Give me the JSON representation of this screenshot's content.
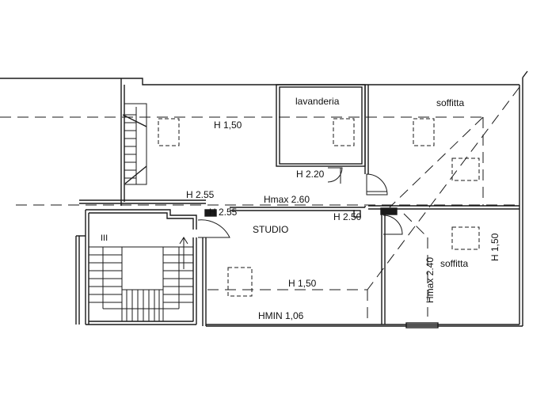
{
  "plan": {
    "line_color": "#1a1a1a",
    "background": "#ffffff",
    "rooms": {
      "laundry": "lavanderia",
      "attic_top": "soffitta",
      "studio": "STUDIO",
      "attic_right": "soffitta"
    },
    "heights": {
      "h_150_top": "H 1,50",
      "h_220": "H 2.20",
      "h_255_a": "H 2.55",
      "h_255_b": "H 2.55",
      "hmax_260": "Hmax 2.60",
      "h_250": "H 2.50",
      "h_150_right": "H 1,50",
      "hmax_240": "Hmax 2.40",
      "h_150_bottom": "H 1,50",
      "hmin_106": "HMIN 1,06"
    },
    "stair_mark": "III"
  }
}
